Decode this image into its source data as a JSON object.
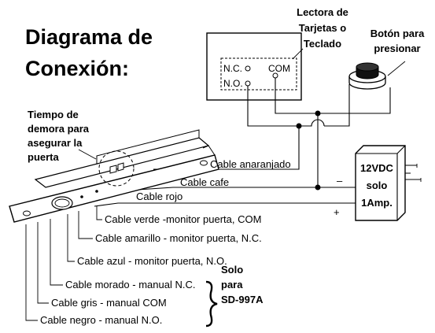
{
  "title": {
    "line1": "Diagrama de",
    "line2": "Conexión:"
  },
  "reader": {
    "label_lines": [
      "Lectora de",
      "Tarjetas o",
      "Teclado"
    ],
    "nc": "N.C.",
    "com": "COM",
    "no": "N.O."
  },
  "button": {
    "label_lines": [
      "Botón para",
      "presionar"
    ]
  },
  "delay": {
    "label_lines": [
      "Tiempo de",
      "demora para",
      "asegurar la",
      "puerta"
    ]
  },
  "power": {
    "label_lines": [
      "12VDC",
      "solo",
      "1Amp."
    ],
    "minus": "–",
    "plus": "+"
  },
  "cables": {
    "anaranjado": "Cable anaranjado",
    "cafe": "Cable cafe",
    "rojo": "Cable rojo",
    "verde": "Cable verde -monitor puerta, COM",
    "amarillo": "Cable amarillo - monitor puerta, N.C.",
    "azul": "Cable azul - monitor puerta,  N.O.",
    "morado": "Cable morado - manual N.C.",
    "gris": "Cable gris - manual  COM",
    "negro": "Cable negro - manual N.O."
  },
  "solo_note": {
    "lines": [
      "Solo",
      "para",
      "SD-997A"
    ]
  }
}
